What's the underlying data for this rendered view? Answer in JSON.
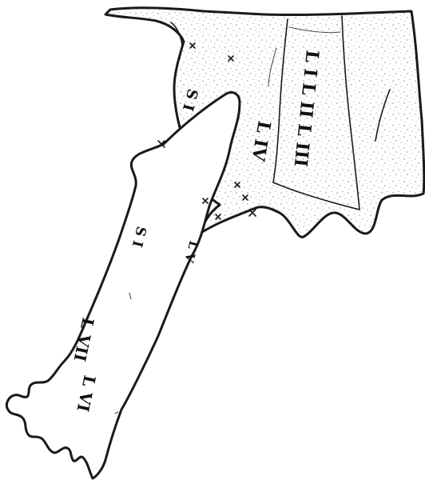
{
  "figure": {
    "labels": {
      "s_upper": "S I",
      "l_iv_mid": "L IV",
      "l_i_l_ii_l_iii": "L I L II L III",
      "s_i_lower": "S I",
      "l_v_small": "L V",
      "l_vi": "L VI",
      "l_vii": "L VII"
    }
  }
}
